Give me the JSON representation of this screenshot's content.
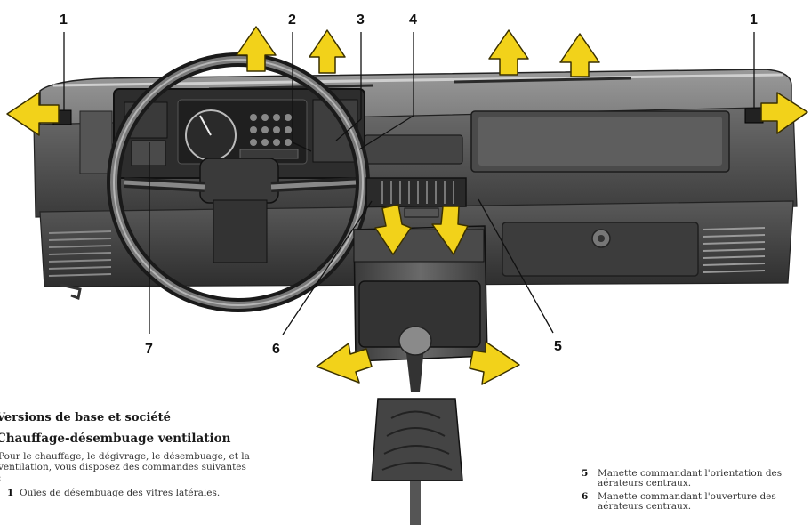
{
  "callouts": [
    {
      "id": "1-left",
      "label": "1"
    },
    {
      "id": "2",
      "label": "2"
    },
    {
      "id": "3",
      "label": "3"
    },
    {
      "id": "4",
      "label": "4"
    },
    {
      "id": "1-right",
      "label": "1"
    },
    {
      "id": "7",
      "label": "7"
    },
    {
      "id": "6",
      "label": "6"
    },
    {
      "id": "5",
      "label": "5"
    }
  ],
  "left_column": {
    "heading1": "Versions de base et société",
    "heading2": "Chauffage-désembuage ventilation",
    "intro": "Pour le chauffage, le dégivrage, le désembuage, et la ventilation, vous disposez des commandes suivantes :",
    "items": [
      {
        "num": "1",
        "text": "Ouïes de désembuage des vitres latérales."
      }
    ]
  },
  "right_column": {
    "items": [
      {
        "num": "5",
        "line1": "Manette commandant l'orientation des",
        "line2": "aérateurs centraux."
      },
      {
        "num": "6",
        "line1": "Manette commandant l'ouverture des",
        "line2": "aérateurs centraux."
      }
    ]
  },
  "colors": {
    "arrow": "#f2d21a",
    "arrow_outline": "#3a3000",
    "dash_dark": "#3a3a3a",
    "dash_mid": "#6e6e6e",
    "dash_light": "#a8a8a8"
  }
}
